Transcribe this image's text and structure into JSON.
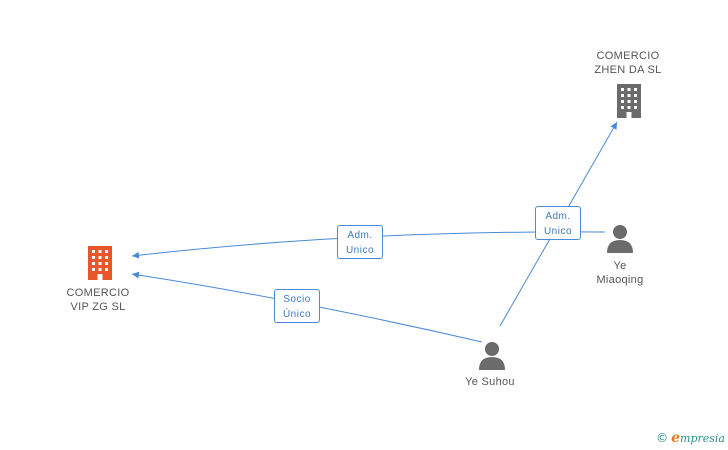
{
  "nodes": {
    "comercio_zhen_da": {
      "line1": "COMERCIO",
      "line2": "ZHEN DA SL",
      "color": "#6b6b6b",
      "icon": "building-icon"
    },
    "comercio_vip_zg": {
      "line1": "COMERCIO",
      "line2": "VIP ZG  SL",
      "color": "#e8562a",
      "icon": "building-icon"
    },
    "ye_miaoqing": {
      "line1": "Ye",
      "line2": "Miaoqing",
      "color": "#6b6b6b",
      "icon": "person-icon"
    },
    "ye_suhou": {
      "line1": "Ye Suhou",
      "color": "#6b6b6b",
      "icon": "person-icon"
    }
  },
  "edges": {
    "miaoqing_to_vip": {
      "line1": "Adm.",
      "line2": "Unico"
    },
    "suhou_to_zhen": {
      "line1": "Adm.",
      "line2": "Unico"
    },
    "suhou_to_vip": {
      "line1": "Socio",
      "line2": "Único"
    }
  },
  "colors": {
    "edge": "#4a8ad4"
  },
  "footer": {
    "copyright": "©",
    "brand_initial": "e",
    "brand_rest": "mpresia"
  }
}
